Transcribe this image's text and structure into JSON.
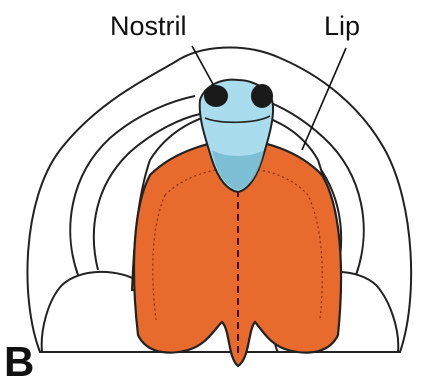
{
  "labels": {
    "nostril": "Nostril",
    "lip": "Lip",
    "panel": "B"
  },
  "colors": {
    "palate": "#e86a2c",
    "palate_dark": "#c8511c",
    "nose": "#a9dcec",
    "nose_shadow": "#6fb7cf",
    "nostril_hole": "#1a1a1a",
    "outline": "#222222",
    "background": "#ffffff"
  }
}
